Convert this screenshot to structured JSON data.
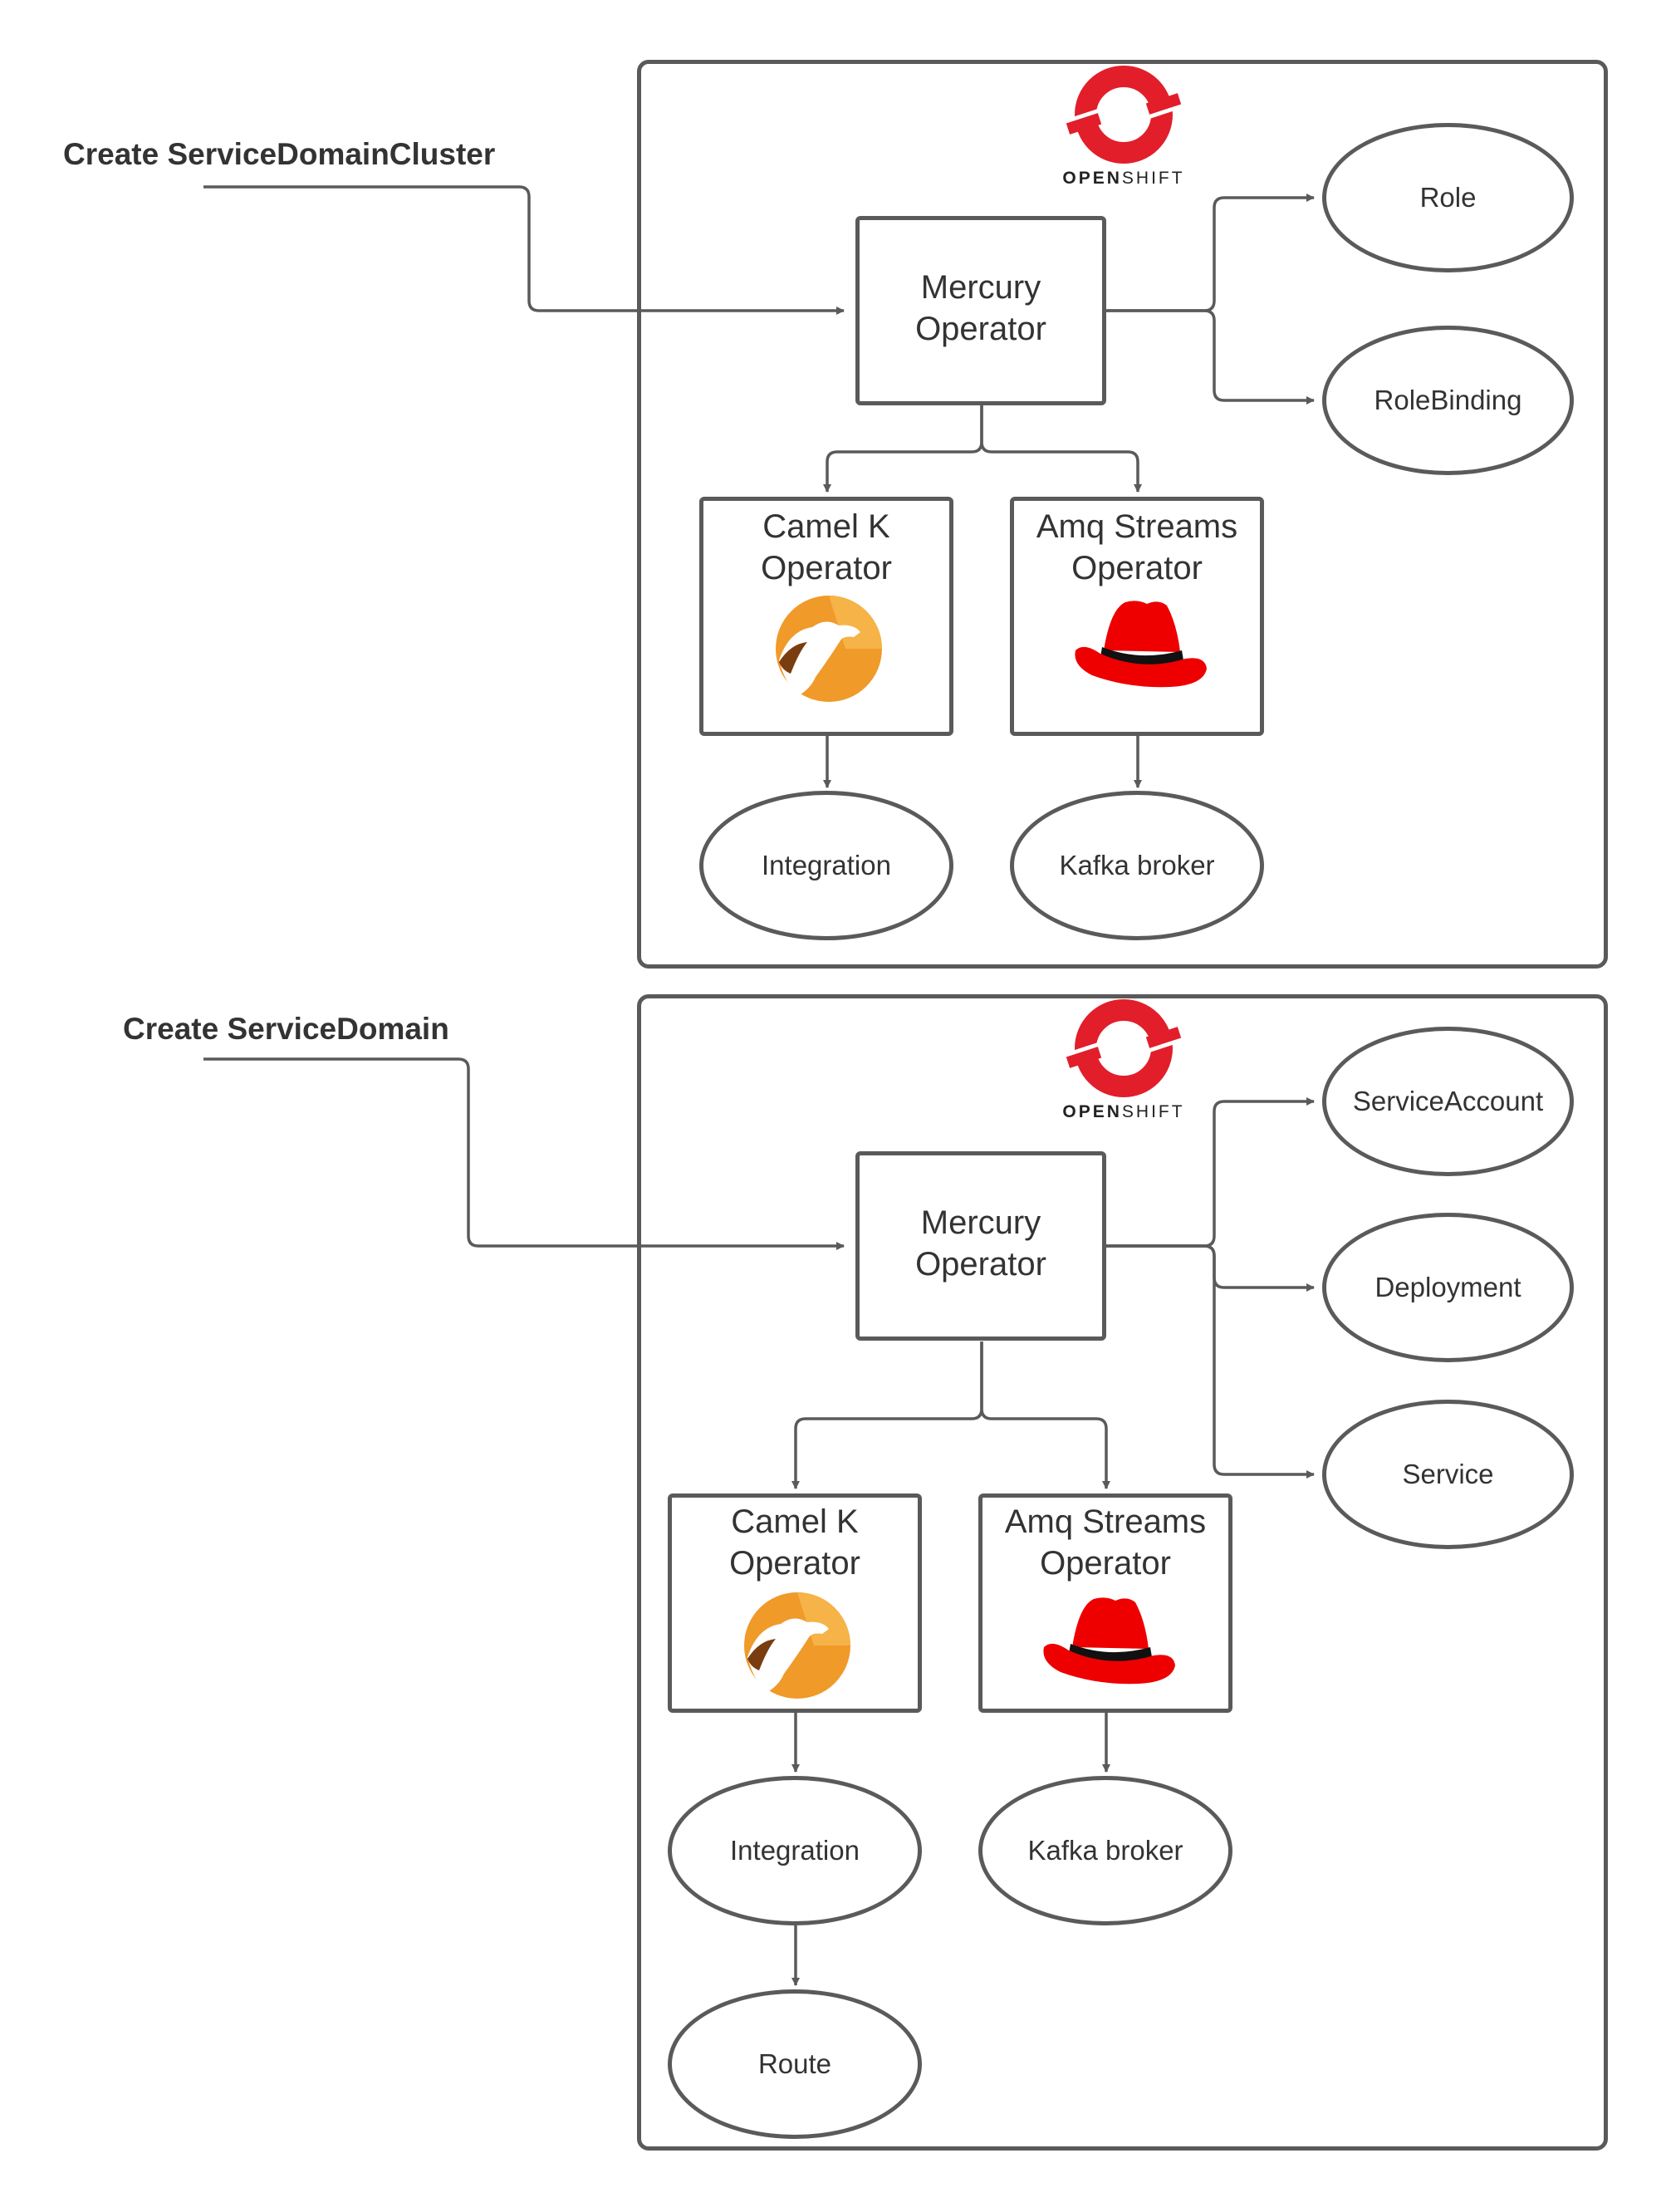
{
  "top": {
    "trigger_label": "Create ServiceDomainCluster",
    "logo": {
      "word_bold": "OPEN",
      "word_light": "SHIFT"
    },
    "operator": {
      "line1": "Mercury",
      "line2": "Operator"
    },
    "camel": {
      "line1": "Camel K",
      "line2": "Operator"
    },
    "amq": {
      "line1": "Amq Streams",
      "line2": "Operator"
    },
    "resources": {
      "role": "Role",
      "rolebinding": "RoleBinding",
      "integration": "Integration",
      "kafka": "Kafka broker"
    }
  },
  "bottom": {
    "trigger_label": "Create ServiceDomain",
    "logo": {
      "word_bold": "OPEN",
      "word_light": "SHIFT"
    },
    "operator": {
      "line1": "Mercury",
      "line2": "Operator"
    },
    "camel": {
      "line1": "Camel K",
      "line2": "Operator"
    },
    "amq": {
      "line1": "Amq Streams",
      "line2": "Operator"
    },
    "resources": {
      "serviceaccount": "ServiceAccount",
      "deployment": "Deployment",
      "service": "Service",
      "integration": "Integration",
      "kafka": "Kafka broker",
      "route": "Route"
    }
  },
  "icons": {
    "openshift": "openshift-logo-icon",
    "camel": "camel-k-icon",
    "redhat": "redhat-hat-icon"
  },
  "colors": {
    "line": "#5a5a5a",
    "openshift_red": "#e21e2b",
    "camel_orange": "#f09a2a",
    "redhat_red": "#ee0000"
  }
}
